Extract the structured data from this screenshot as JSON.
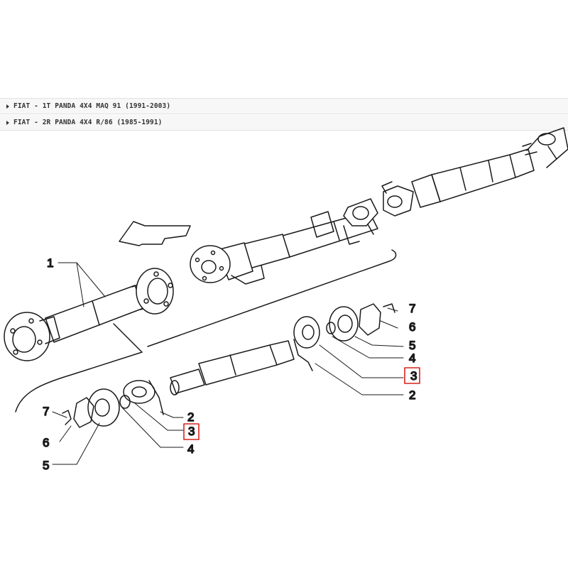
{
  "breadcrumbs": [
    {
      "label": "FIAT - 1T PANDA 4X4 MAQ 91 (1991-2003)"
    },
    {
      "label": "FIAT - 2R PANDA 4X4 R/86 (1985-1991)"
    }
  ],
  "callouts": {
    "c1": "1",
    "left": {
      "c7": "7",
      "c6": "6",
      "c5": "5",
      "c2": "2",
      "c3": "3",
      "c4": "4"
    },
    "right": {
      "c7": "7",
      "c6": "6",
      "c5": "5",
      "c4": "4",
      "c3": "3",
      "c2": "2"
    }
  },
  "highlight_color": "#d9221c"
}
